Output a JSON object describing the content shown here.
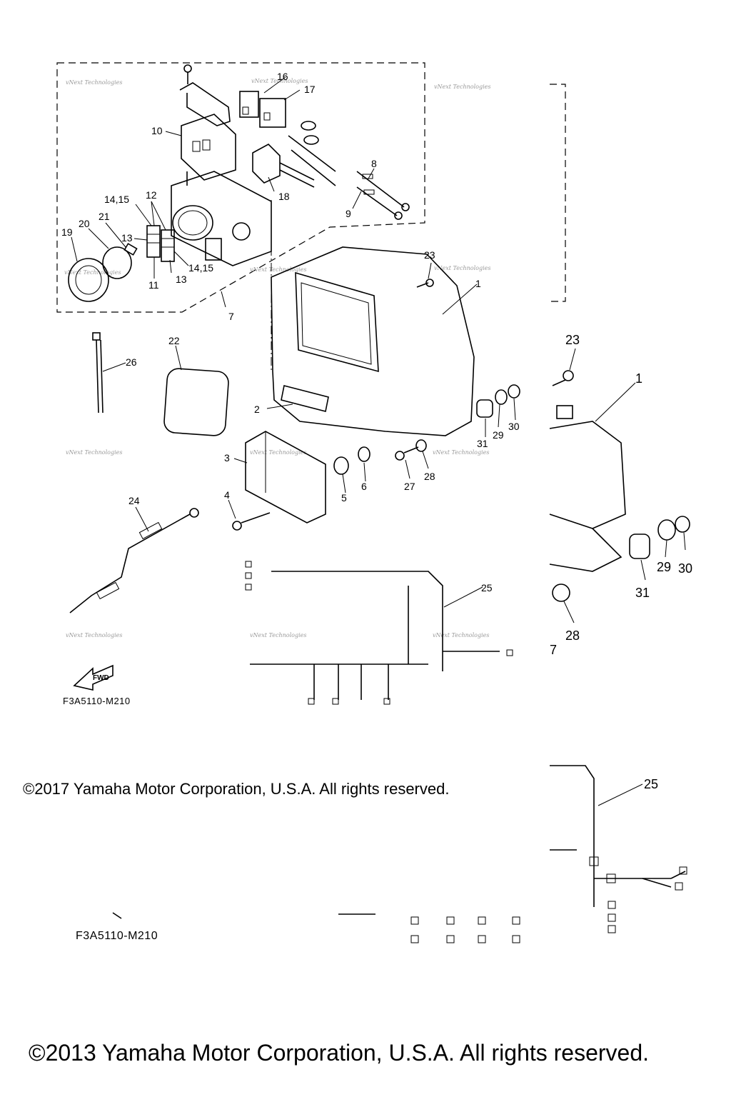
{
  "diagram": {
    "callouts_main": [
      "16",
      "17",
      "10",
      "8",
      "18",
      "9",
      "14,15",
      "12",
      "21",
      "20",
      "19",
      "13",
      "13",
      "14,15",
      "11",
      "13",
      "7",
      "23",
      "1",
      "22",
      "26",
      "2",
      "3",
      "4",
      "5",
      "6",
      "27",
      "28",
      "29",
      "30",
      "31",
      "24",
      "25"
    ],
    "callouts_detail": [
      "23",
      "1",
      "29",
      "30",
      "31",
      "28",
      "7",
      "25"
    ],
    "fwd_label": "FWD",
    "watermark": "vNext Technologies",
    "diagram_code_1": "F3A5110-M210",
    "diagram_code_2": "F3A5110-M210"
  },
  "copyright": {
    "line_2017": "©2017 Yamaha Motor Corporation, U.S.A. All rights reserved.",
    "line_2013": "©2013 Yamaha Motor Corporation, U.S.A. All rights reserved."
  }
}
